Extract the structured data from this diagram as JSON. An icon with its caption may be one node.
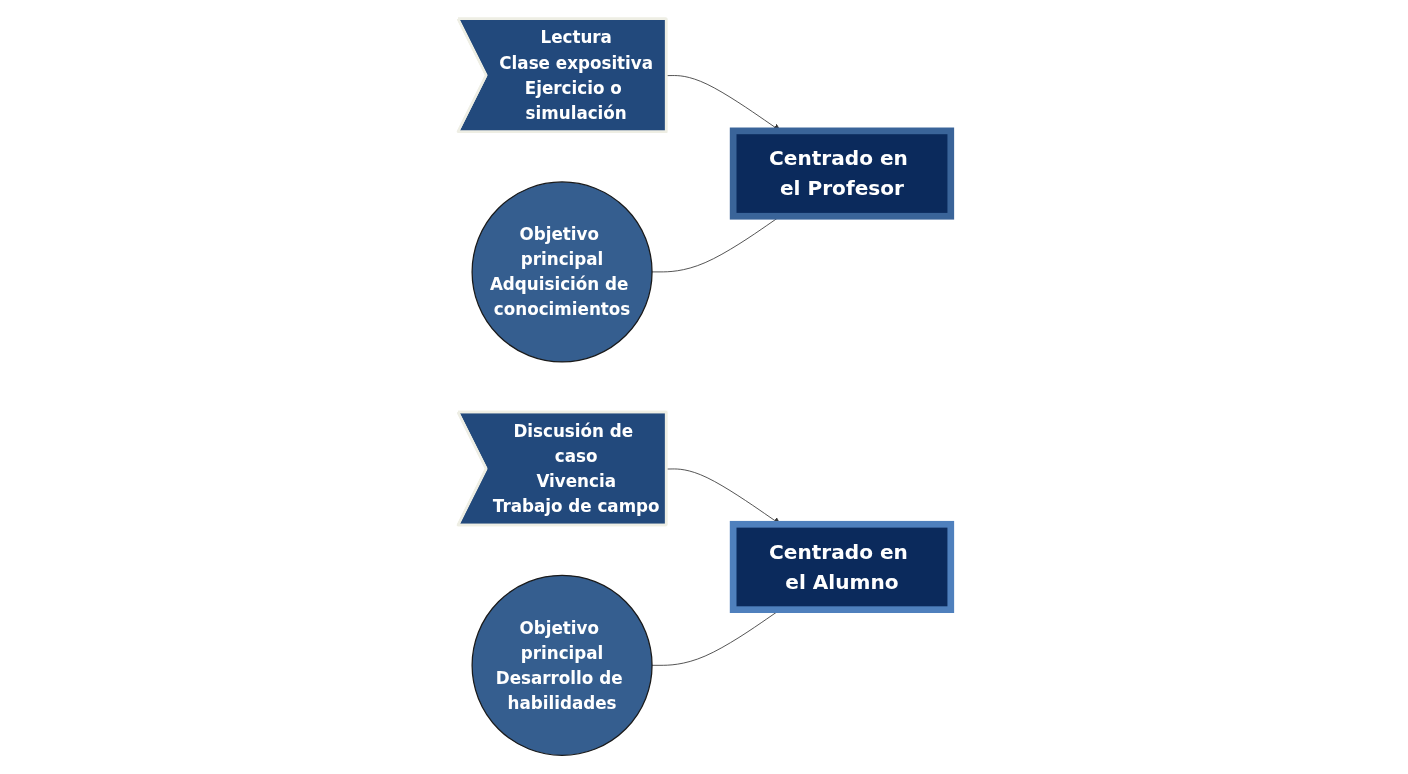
{
  "diagram": {
    "nodes": [
      {
        "text": [
          "Centrado en el Profesor"
        ]
      },
      {
        "text": [
          "Lectura",
          "Clase expositiva",
          "Ejercicio o simulación"
        ]
      },
      {
        "text": [
          "Discusión de caso",
          "Vivencia",
          "Trabajo de campo"
        ]
      },
      {
        "text": [
          "Centrado en el Alumno"
        ]
      },
      {
        "text": [
          "Objetivo principal",
          "Adquisición de conocimientos"
        ]
      },
      {
        "text": [
          "Objetivo principal",
          "Desarrollo de habilidades"
        ]
      }
    ],
    "edges": [
      {
        "from": 1,
        "to": 0,
        "arrow": "to"
      },
      {
        "from": 2,
        "to": 3,
        "arrow": "to"
      },
      {
        "from": 4,
        "to": 0,
        "arrow": "none"
      },
      {
        "from": 5,
        "to": 3,
        "arrow": "none"
      }
    ]
  }
}
